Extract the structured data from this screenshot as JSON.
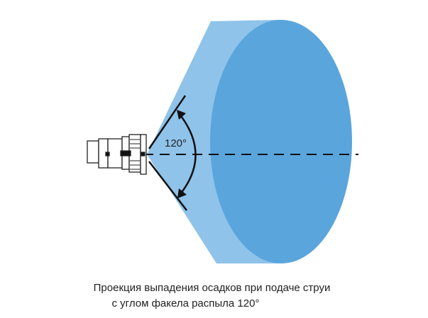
{
  "diagram": {
    "angle_label": "120°",
    "caption_line1": "Проекция выпадения осадков при подаче струи",
    "caption_line2": "с углом факела распыла 120°",
    "colors": {
      "cone": "#8fc3ea",
      "ellipse": "#5aa5dc",
      "lines": "#111111"
    }
  }
}
